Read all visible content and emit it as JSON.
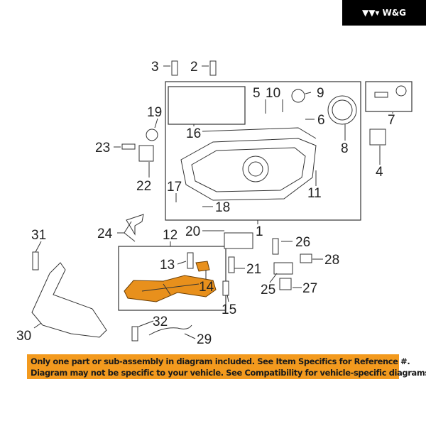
{
  "logo": {
    "text": "W&G",
    "icon": "triangles-logo-icon"
  },
  "callouts": {
    "n1": "1",
    "n2": "2",
    "n3": "3",
    "n4": "4",
    "n5": "5",
    "n6": "6",
    "n7": "7",
    "n8": "8",
    "n9": "9",
    "n10": "10",
    "n11": "11",
    "n12": "12",
    "n13": "13",
    "n14": "14",
    "n15": "15",
    "n16": "16",
    "n17": "17",
    "n18": "18",
    "n19": "19",
    "n20": "20",
    "n21": "21",
    "n22": "22",
    "n23": "23",
    "n24": "24",
    "n25": "25",
    "n26": "26",
    "n27": "27",
    "n28": "28",
    "n29": "29",
    "n30": "30",
    "n31": "31",
    "n32": "32"
  },
  "highlight_color": "#e8901c",
  "banner": {
    "line1": "Only one part or sub-assembly in diagram included. See Item Specifics for Reference #.",
    "line2": "Diagram may not be specific to your vehicle. See Compatibility for vehicle-specific diagrams."
  }
}
